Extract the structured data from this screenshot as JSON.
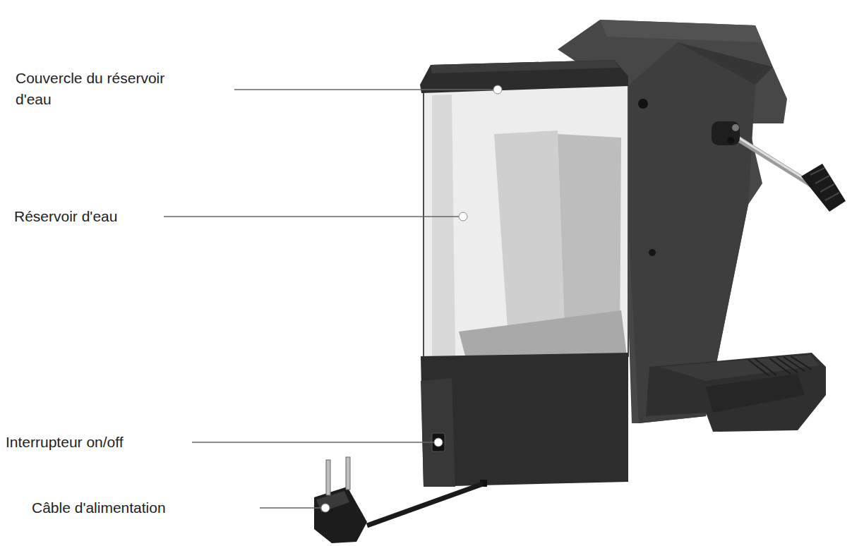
{
  "diagram": {
    "labels": [
      "Couvercle du réservoir d'eau",
      "Réservoir d'eau",
      "Interrupteur on/off",
      "Câble d'alimentation"
    ]
  }
}
